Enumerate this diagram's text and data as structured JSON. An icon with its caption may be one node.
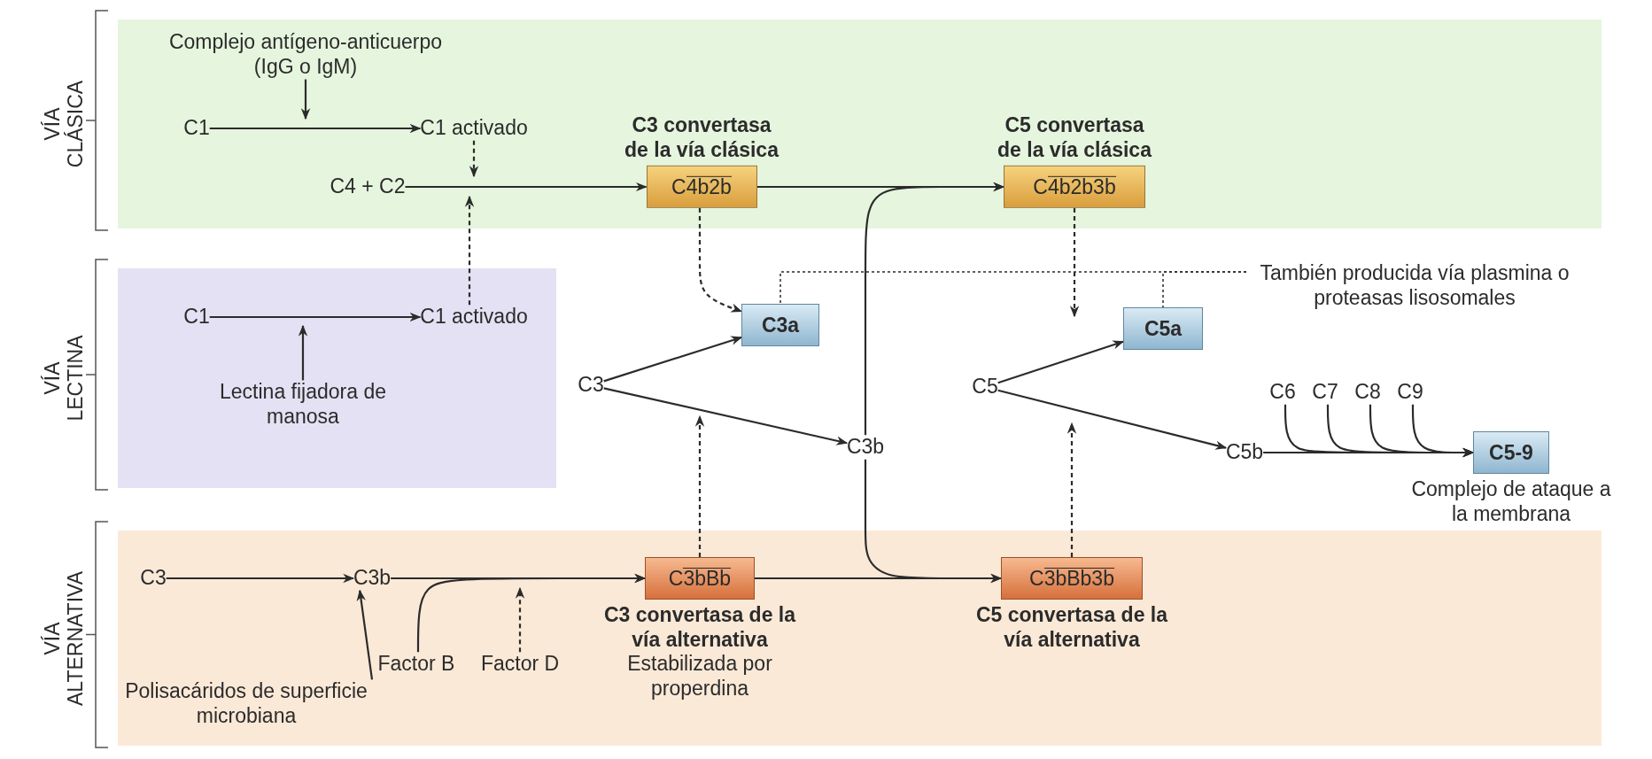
{
  "diagram": {
    "nodes": [
      {
        "text": [
          "VÍA CLÁSICA"
        ]
      },
      {
        "text": [
          "Complejo antígeno-anticuerpo (IgG o IgM)"
        ],
        "in": 0
      },
      {
        "text": [
          "C1"
        ],
        "in": 0
      },
      {
        "text": [
          "C1 activado"
        ],
        "in": 0
      },
      {
        "text": [
          "C4 + C2"
        ],
        "in": 0
      },
      {
        "text": [
          "C3 convertasa de la vía clásica",
          "C4b2b"
        ],
        "in": 0
      },
      {
        "text": [
          "C5 convertasa de la vía clásica",
          "C4b2b3b"
        ],
        "in": 0
      },
      {
        "text": [
          "VÍA LECTINA"
        ]
      },
      {
        "text": [
          "C1"
        ],
        "in": 7
      },
      {
        "text": [
          "C1 activado"
        ],
        "in": 7
      },
      {
        "text": [
          "Lectina fijadora de manosa"
        ],
        "in": 7
      },
      {
        "text": [
          "C3a"
        ]
      },
      {
        "text": [
          "C5a"
        ]
      },
      {
        "text": [
          "También producida vía plasmina o proteasas lisosomales"
        ]
      },
      {
        "text": [
          "C3"
        ]
      },
      {
        "text": [
          "C3b"
        ]
      },
      {
        "text": [
          "C5"
        ]
      },
      {
        "text": [
          "C5b"
        ]
      },
      {
        "text": [
          "C6"
        ]
      },
      {
        "text": [
          "C7"
        ]
      },
      {
        "text": [
          "C8"
        ]
      },
      {
        "text": [
          "C9"
        ]
      },
      {
        "text": [
          "C5-9"
        ],
        "beside": [
          "Complejo de ataque a la membrana"
        ]
      },
      {
        "text": [
          "VÍA ALTERNATIVA"
        ]
      },
      {
        "text": [
          "C3"
        ],
        "in": 23
      },
      {
        "text": [
          "C3b"
        ],
        "in": 23
      },
      {
        "text": [
          "Polisacáridos de superficie microbiana"
        ],
        "in": 23
      },
      {
        "text": [
          "Factor B"
        ],
        "in": 23
      },
      {
        "text": [
          "Factor D"
        ],
        "in": 23
      },
      {
        "text": [
          "C3bBb",
          "C3 convertasa de la vía alternativa",
          "Estabilizada por properdina"
        ],
        "in": 23
      },
      {
        "text": [
          "C3bBb3b",
          "C5 convertasa de la vía alternativa"
        ],
        "in": 23
      }
    ],
    "edges": [
      {
        "from": 1,
        "to": null,
        "arrow": "to"
      },
      {
        "from": 2,
        "to": 3,
        "arrow": "to"
      },
      {
        "from": 3,
        "to": null,
        "arrow": "to",
        "style": "dashed"
      },
      {
        "from": 9,
        "to": 0,
        "arrow": "to",
        "style": "dashed"
      },
      {
        "from": 4,
        "to": 5,
        "arrow": "to"
      },
      {
        "from": 8,
        "to": 9,
        "arrow": "to"
      },
      {
        "from": 10,
        "to": null,
        "arrow": "to"
      },
      {
        "from": 5,
        "to": 11,
        "arrow": "to",
        "style": "dashed"
      },
      {
        "from": 14,
        "to": 11,
        "arrow": "to"
      },
      {
        "from": 14,
        "to": 15,
        "arrow": "to"
      },
      {
        "from": 5,
        "to": 6,
        "arrow": "to"
      },
      {
        "from": 15,
        "to": 6,
        "arrow": "to"
      },
      {
        "from": 15,
        "to": 30,
        "arrow": "to"
      },
      {
        "from": 13,
        "to": 11,
        "arrow": "none",
        "style": "dashed"
      },
      {
        "from": 13,
        "to": 12,
        "arrow": "none",
        "style": "dashed"
      },
      {
        "from": 6,
        "to": null,
        "arrow": "to",
        "style": "dashed"
      },
      {
        "from": 16,
        "to": 12,
        "arrow": "to"
      },
      {
        "from": 16,
        "to": 17,
        "arrow": "to"
      },
      {
        "from": 17,
        "to": 22,
        "arrow": "to"
      },
      {
        "from": 18,
        "to": 22,
        "arrow": "to"
      },
      {
        "from": 19,
        "to": 22,
        "arrow": "to"
      },
      {
        "from": 20,
        "to": 22,
        "arrow": "to"
      },
      {
        "from": 21,
        "to": 22,
        "arrow": "to"
      },
      {
        "from": 24,
        "to": 25,
        "arrow": "to"
      },
      {
        "from": 26,
        "to": 25,
        "arrow": "to"
      },
      {
        "from": 25,
        "to": 29,
        "arrow": "to"
      },
      {
        "from": 27,
        "to": 29,
        "arrow": "to"
      },
      {
        "from": 28,
        "to": null,
        "arrow": "to",
        "style": "dashed"
      },
      {
        "from": 29,
        "to": null,
        "arrow": "to",
        "style": "dashed"
      },
      {
        "from": 30,
        "to": null,
        "arrow": "to",
        "style": "dashed"
      },
      {
        "from": 29,
        "to": 30,
        "arrow": "to"
      }
    ]
  }
}
